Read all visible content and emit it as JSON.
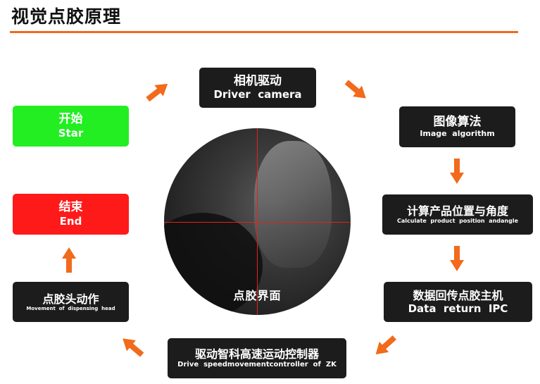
{
  "title": "视觉点胶原理",
  "colors": {
    "accent": "#f26a1b",
    "box": "#1c1c1c",
    "start": "#22ee22",
    "end": "#ff1a1a"
  },
  "nodes": {
    "start": {
      "cn": "开始",
      "en": "Star"
    },
    "camera": {
      "cn": "相机驱动",
      "en": "Driver  camera"
    },
    "algorithm": {
      "cn": "图像算法",
      "en": "Image  algorithm"
    },
    "calc": {
      "cn": "计算产品位置与角度",
      "en": "Calculate  product  position  andangle"
    },
    "return": {
      "cn": "数据回传点胶主机",
      "en": "Data  return  IPC"
    },
    "drive": {
      "cn": "驱动智科高速运动控制器",
      "en": "Drive  speedmovementcontroller  of  ZK"
    },
    "head": {
      "cn": "点胶头动作",
      "en": "Movement  of  dispensing  head"
    },
    "end": {
      "cn": "结束",
      "en": "End"
    }
  },
  "center": {
    "label": "点胶界面"
  }
}
